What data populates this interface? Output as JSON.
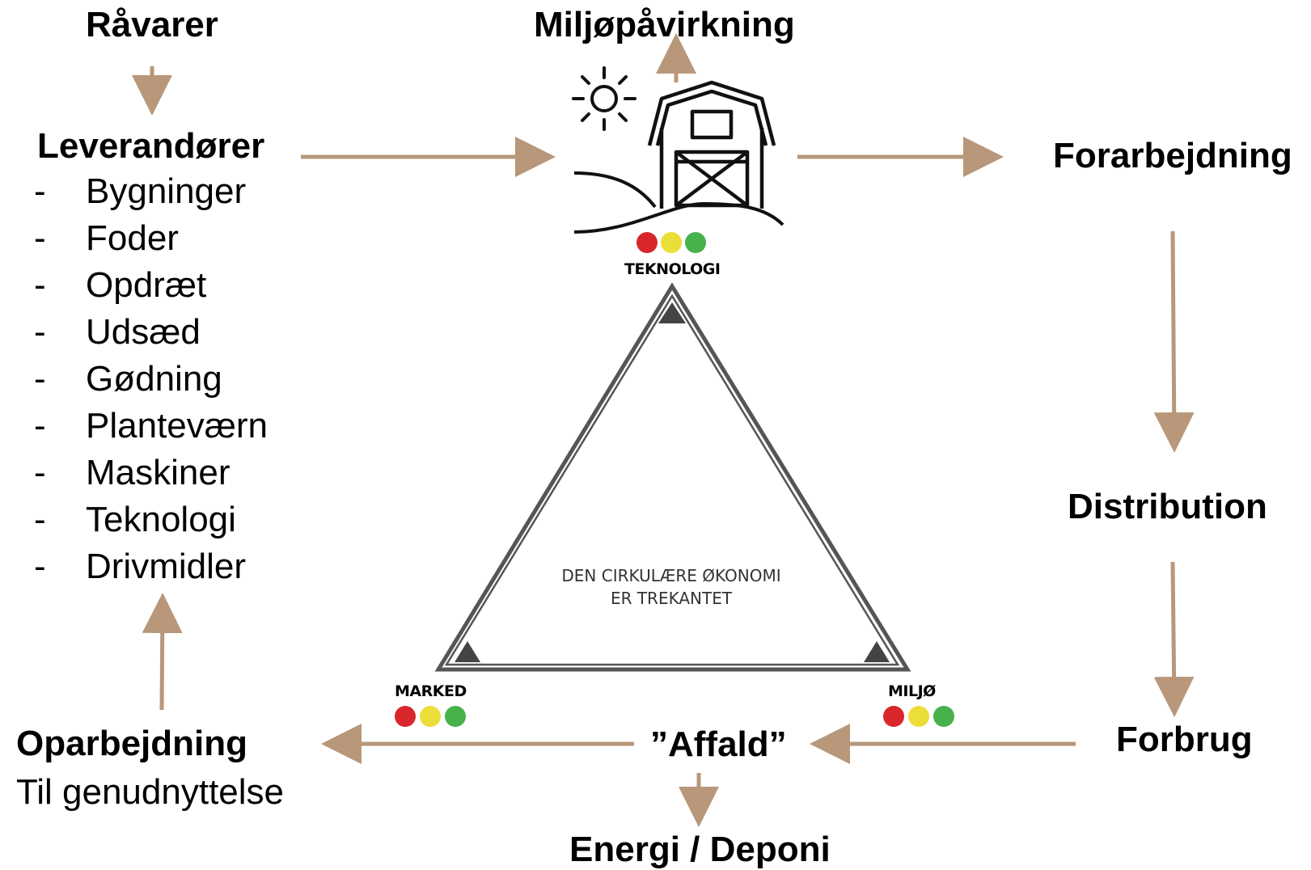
{
  "nodes": {
    "ravarer": "Råvarer",
    "leverandorer": "Leverandører",
    "miljopavirkning": "Miljøpåvirkning",
    "forarbejdning": "Forarbejdning",
    "distribution": "Distribution",
    "forbrug": "Forbrug",
    "affald": "”Affald”",
    "energi_deponi": "Energi / Deponi",
    "oparbejdning": "Oparbejdning",
    "oparbejdning_sub": "Til genudnyttelse"
  },
  "supplier_list": {
    "bullet": "-",
    "items": [
      "Bygninger",
      "Foder",
      "Opdræt",
      "Udsæd",
      "Gødning",
      "Planteværn",
      "Maskiner",
      "Teknologi",
      "Drivmidler"
    ]
  },
  "triangle": {
    "top_label": "TEKNOLOGI",
    "left_label": "MARKED",
    "right_label": "MILJØ",
    "center_line1": "DEN CIRKULÆRE ØKONOMI",
    "center_line2": "ER TREKANTET"
  },
  "colors": {
    "arrow": "#b8977a",
    "light_red": "#d9262b",
    "light_yellow": "#ecde38",
    "light_green": "#47b14c",
    "triangle_stroke": "#555555"
  },
  "icons": [
    "sun-icon",
    "barn-icon",
    "hill-icon",
    "traffic-light-icon"
  ]
}
